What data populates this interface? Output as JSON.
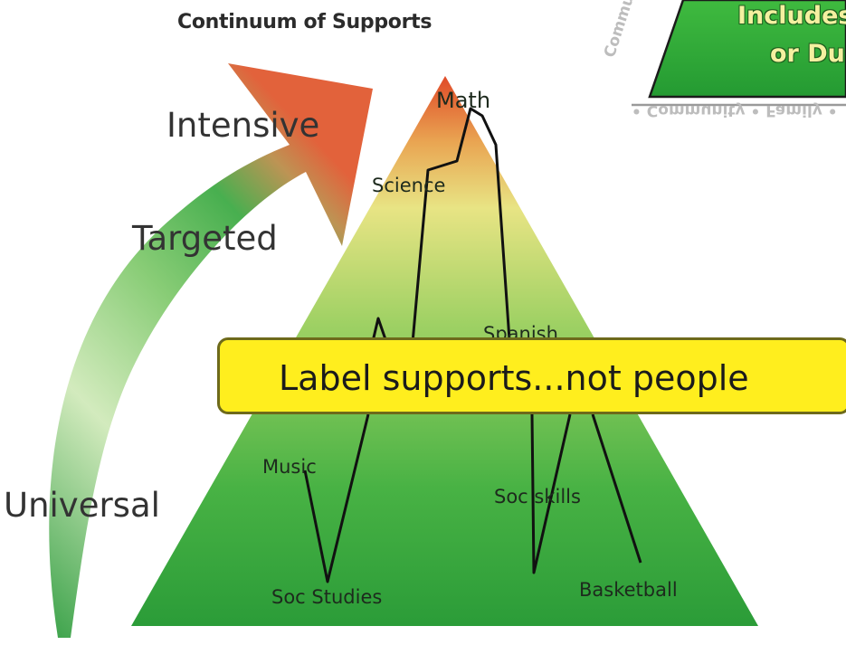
{
  "title": "Continuum of Supports",
  "tiers": {
    "intensive": "Intensive",
    "targeted": "Targeted",
    "universal": "Universal"
  },
  "subjects": {
    "math": "Math",
    "science": "Science",
    "spanish": "Spanish",
    "music": "Music",
    "soc_studies": "Soc Studies",
    "soc_skills": "Soc skills",
    "basketball": "Basketball"
  },
  "banner": "Label supports...not people",
  "corner_badge": {
    "line1": "Includes",
    "line2": "or Du",
    "community_vertical": "Community",
    "community_footer": "• Community • Family •"
  },
  "colors": {
    "pyramid_base": "#2aa23a",
    "pyramid_top": "#e0542a",
    "banner_fill": "#ffee1e",
    "badge_fill": "#2fae3a"
  }
}
